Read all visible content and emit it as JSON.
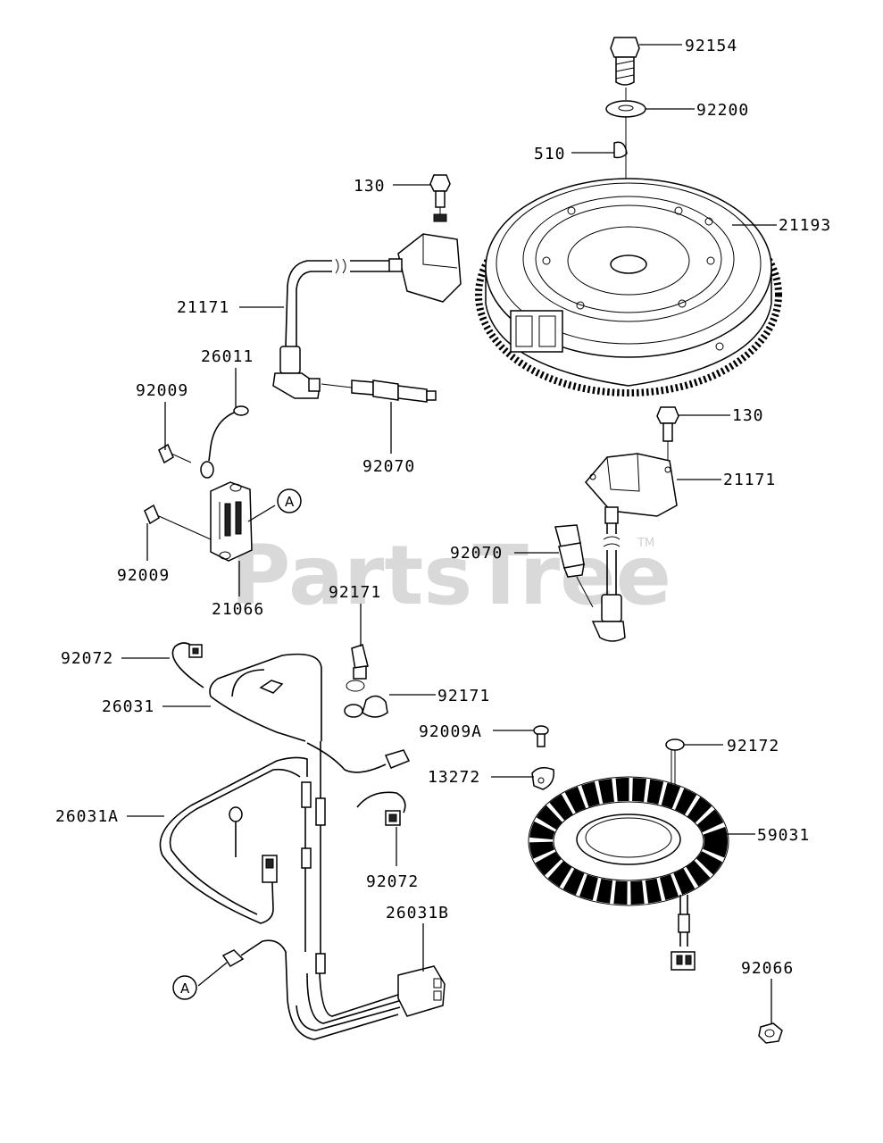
{
  "watermark": {
    "text": "PartsTree",
    "trademark": "TM"
  },
  "labels": {
    "p92154": "92154",
    "p92200": "92200",
    "p510": "510",
    "p130a": "130",
    "p21193": "21193",
    "p21171a": "21171",
    "p26011": "26011",
    "p92009a": "92009",
    "p92070a": "92070",
    "p130b": "130",
    "p21171b": "21171",
    "p92009b": "92009",
    "p21066": "21066",
    "p92070b": "92070",
    "p92171a": "92171",
    "p92072a": "92072",
    "p92171b": "92171",
    "p26031": "26031",
    "p92009A": "92009A",
    "p92172": "92172",
    "p13272": "13272",
    "p26031A": "26031A",
    "p59031": "59031",
    "p92072b": "92072",
    "p26031B": "26031B",
    "p92066": "92066"
  },
  "callouts": {
    "a1": "A",
    "a2": "A"
  }
}
